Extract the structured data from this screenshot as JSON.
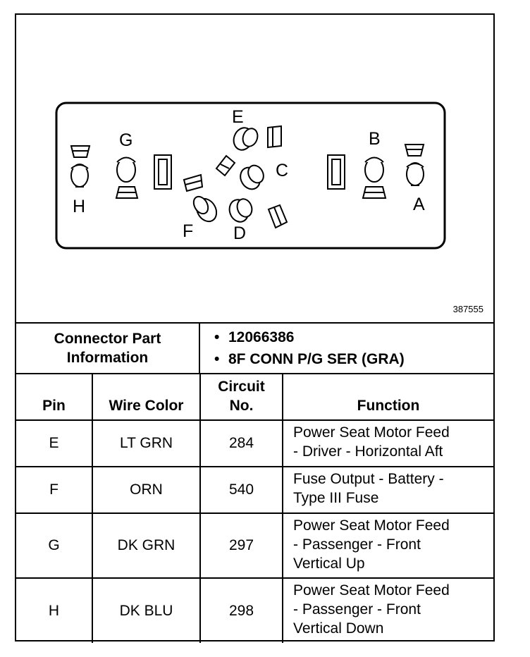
{
  "figure": {
    "id": "387555",
    "pin_labels": [
      "A",
      "B",
      "C",
      "D",
      "E",
      "F",
      "G",
      "H"
    ]
  },
  "connector_info": {
    "label": "Connector Part\nInformation",
    "items": [
      "12066386",
      "8F CONN P/G SER (GRA)"
    ]
  },
  "table": {
    "headers": {
      "pin": "Pin",
      "wire_color": "Wire Color",
      "circuit": "Circuit\nNo.",
      "function": "Function"
    },
    "rows": [
      {
        "pin": "E",
        "wire_color": "LT GRN",
        "circuit": "284",
        "function": "Power Seat Motor Feed\n- Driver - Horizontal Aft"
      },
      {
        "pin": "F",
        "wire_color": "ORN",
        "circuit": "540",
        "function": "Fuse Output - Battery -\nType III Fuse"
      },
      {
        "pin": "G",
        "wire_color": "DK GRN",
        "circuit": "297",
        "function": "Power Seat Motor Feed\n- Passenger - Front\nVertical Up"
      },
      {
        "pin": "H",
        "wire_color": "DK BLU",
        "circuit": "298",
        "function": "Power Seat Motor Feed\n- Passenger - Front\nVertical Down"
      }
    ]
  }
}
